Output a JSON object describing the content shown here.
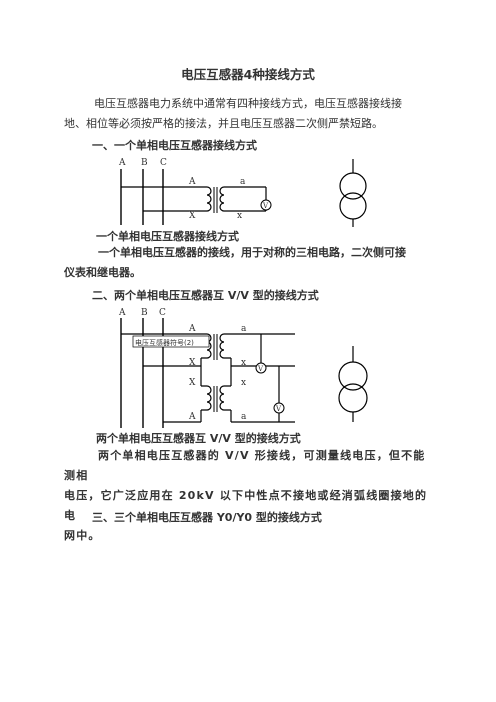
{
  "title": "电压互感器4种接线方式",
  "intro": {
    "line1": "电压互感器电力系统中通常有四种接线方式，电压互感器接线接",
    "line2": "地、相位等必须按严格的接法，并且电压互感器二次侧严禁短路。"
  },
  "section1": {
    "heading": "一、一个单相电压互感器接线方式",
    "caption": "一个单相电压互感器接线方式",
    "desc_line1": "一个单相电压互感器的接线，用于对称的三相电路，二次侧可接",
    "desc_line2": "仪表和继电器。"
  },
  "section2": {
    "heading": "二、两个单相电压互感器互 V/V 型的接线方式",
    "caption": "两个单相电压互感器互 V/V 型的接线方式",
    "desc_line1": "两个单相电压互感器的 V/V 形接线，可测量线电压，但不能测相",
    "desc_line2": "电压，它广泛应用在 20kV 以下中性点不接地或经消弧线圈接地的电",
    "desc_line3": "网中。"
  },
  "section3": {
    "heading": "三、三个单相电压互感器 Y0/Y0 型的接线方式"
  },
  "diagram1": {
    "phase_labels": [
      "A",
      "B",
      "C"
    ],
    "primary_top": "A",
    "primary_bottom": "X",
    "secondary_top": "a",
    "secondary_bottom": "x",
    "meter": "V"
  },
  "diagram2": {
    "phase_labels": [
      "A",
      "B",
      "C"
    ],
    "watermark": "电压互感器符号(2)",
    "t1_primary_top": "A",
    "t1_primary_bottom": "X",
    "t1_secondary_top": "a",
    "t1_secondary_bottom": "x",
    "t2_primary_top": "X",
    "t2_primary_bottom": "A",
    "t2_secondary_top": "x",
    "t2_secondary_bottom": "a",
    "meter": "V"
  }
}
